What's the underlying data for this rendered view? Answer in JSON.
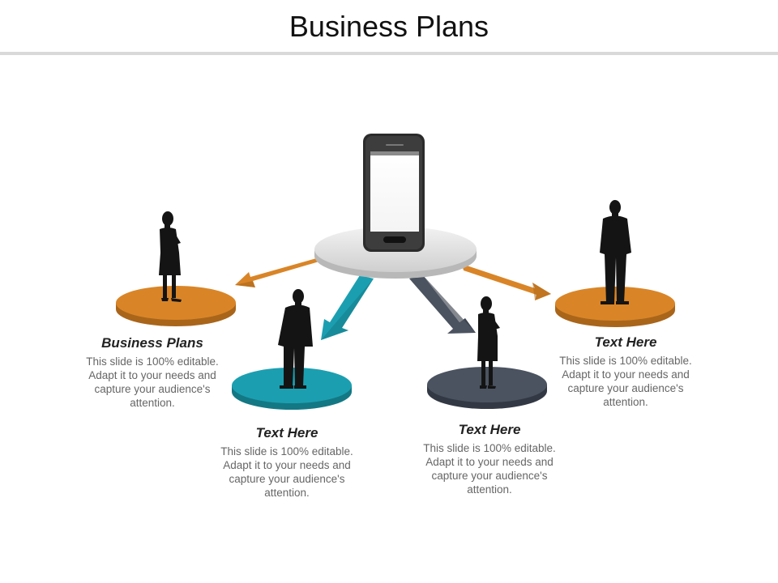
{
  "slide": {
    "title": "Business Plans"
  },
  "colors": {
    "orange": "#d98527",
    "teal": "#1b9fb0",
    "slate": "#4b5360",
    "hub": "#dcdcdc"
  },
  "blocks": [
    {
      "heading": "Business Plans",
      "body": "This slide is 100% editable. Adapt it to your needs and capture your audience's attention."
    },
    {
      "heading": "Text Here",
      "body": "This slide is 100% editable. Adapt it to your needs and capture your audience's attention."
    },
    {
      "heading": "Text Here",
      "body": "This slide is 100% editable. Adapt it to your needs and capture your audience's attention."
    },
    {
      "heading": "Text Here",
      "body": "This slide is 100% editable. Adapt it to your needs and capture your audience's attention."
    }
  ]
}
